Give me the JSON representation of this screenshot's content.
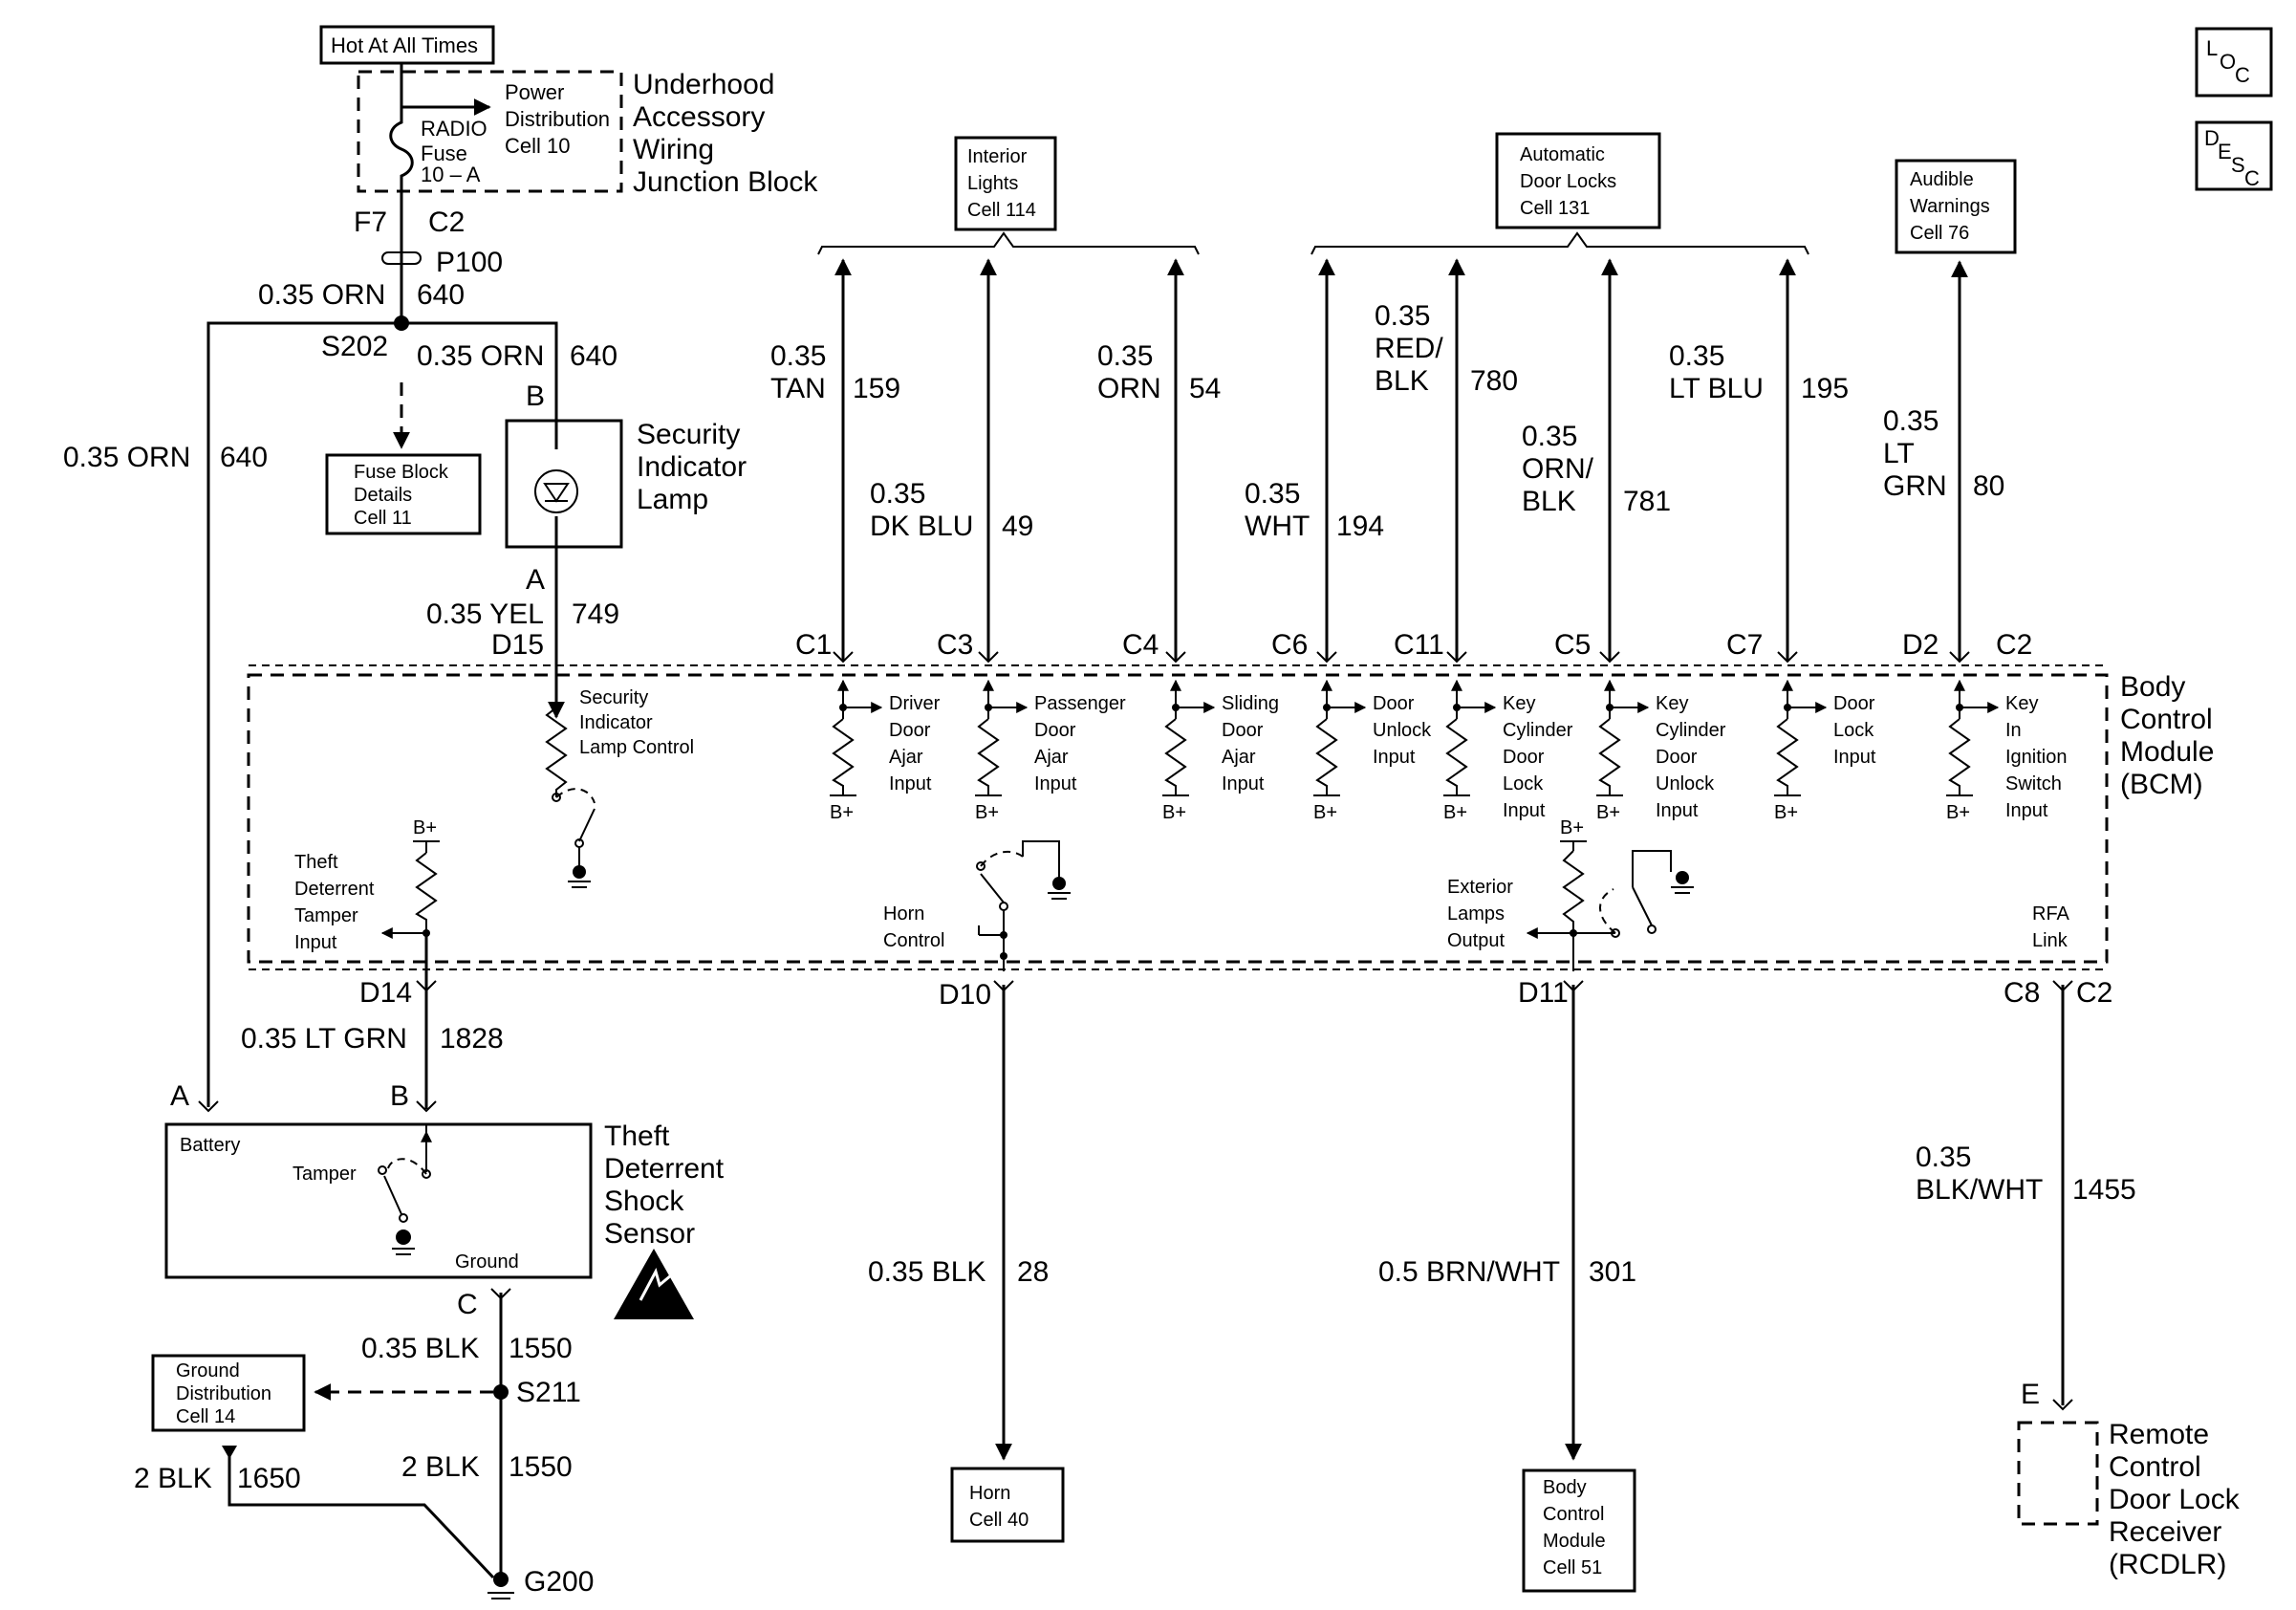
{
  "corner_buttons": {
    "loc": [
      "L",
      "O",
      "C"
    ],
    "desc": [
      "D",
      "E",
      "S",
      "C"
    ]
  },
  "power": {
    "hot_label": "Hot At All Times",
    "power_dist_lines": [
      "Power",
      "Distribution",
      "Cell 10"
    ],
    "fuse_lines": [
      "RADIO",
      "Fuse",
      "10 – A"
    ],
    "junction_block_lines": [
      "Underhood",
      "Accessory",
      "Wiring",
      "Junction Block"
    ],
    "f7": "F7",
    "c2": "C2",
    "p100": "P100",
    "wire_main_gauge": "0.35 ORN",
    "wire_main_circuit": "640",
    "s202": "S202",
    "wire_lamp_gauge": "0.35 ORN",
    "wire_lamp_circuit": "640",
    "wire_left_gauge": "0.35 ORN",
    "wire_left_circuit": "640"
  },
  "fuse_block_box": [
    "Fuse Block",
    "Details",
    "Cell 11"
  ],
  "security_lamp": {
    "pin_b": "B",
    "pin_a": "A",
    "label_lines": [
      "Security",
      "Indicator",
      "Lamp"
    ],
    "wire_gauge": "0.35 YEL",
    "wire_circuit": "749",
    "connector": "D15"
  },
  "top_boxes": {
    "interior_lights": [
      "Interior",
      "Lights",
      "Cell 114"
    ],
    "auto_door_locks": [
      "Automatic",
      "Door Locks",
      "Cell 131"
    ],
    "audible_warnings": [
      "Audible",
      "Warnings",
      "Cell 76"
    ]
  },
  "bcm_inputs": [
    {
      "conn": "C1",
      "gauge_lines": [
        "0.35",
        "TAN"
      ],
      "circuit": "159",
      "label_lines": [
        "Driver",
        "Door",
        "Ajar",
        "Input"
      ],
      "bplus": "B+"
    },
    {
      "conn": "C3",
      "gauge_lines": [
        "0.35",
        "DK BLU"
      ],
      "circuit": "49",
      "label_lines": [
        "Passenger",
        "Door",
        "Ajar",
        "Input"
      ],
      "bplus": "B+"
    },
    {
      "conn": "C4",
      "gauge_lines": [
        "0.35",
        "ORN"
      ],
      "circuit": "54",
      "label_lines": [
        "Sliding",
        "Door",
        "Ajar",
        "Input"
      ],
      "bplus": "B+"
    },
    {
      "conn": "C6",
      "gauge_lines": [
        "0.35",
        "WHT"
      ],
      "circuit": "194",
      "label_lines": [
        "Door",
        "Unlock",
        "Input"
      ],
      "bplus": "B+"
    },
    {
      "conn": "C11",
      "gauge_lines": [
        "0.35",
        "RED/",
        "BLK"
      ],
      "circuit": "780",
      "label_lines": [
        "Key",
        "Cylinder",
        "Door",
        "Lock",
        "Input"
      ],
      "bplus": "B+"
    },
    {
      "conn": "C5",
      "gauge_lines": [
        "0.35",
        "ORN/",
        "BLK"
      ],
      "circuit": "781",
      "label_lines": [
        "Key",
        "Cylinder",
        "Door",
        "Unlock",
        "Input"
      ],
      "bplus": "B+"
    },
    {
      "conn": "C7",
      "gauge_lines": [
        "0.35",
        "LT BLU"
      ],
      "circuit": "195",
      "label_lines": [
        "Door",
        "Lock",
        "Input"
      ],
      "bplus": "B+"
    },
    {
      "conn": "D2",
      "conn2": "C2",
      "gauge_lines": [
        "0.35",
        "LT",
        "GRN"
      ],
      "circuit": "80",
      "label_lines": [
        "Key",
        "In",
        "Ignition",
        "Switch",
        "Input"
      ],
      "bplus": "B+"
    }
  ],
  "bcm": {
    "title_lines": [
      "Body",
      "Control",
      "Module",
      "(BCM)"
    ],
    "security_ctrl_lines": [
      "Security",
      "Indicator",
      "Lamp Control"
    ],
    "theft_tamper_lines": [
      "Theft",
      "Deterrent",
      "Tamper",
      "Input"
    ],
    "theft_bplus": "B+",
    "horn_ctrl_lines": [
      "Horn",
      "Control"
    ],
    "ext_lamps_lines": [
      "Exterior",
      "Lamps",
      "Output"
    ],
    "ext_bplus": "B+",
    "rfa_lines": [
      "RFA",
      "Link"
    ]
  },
  "bottom_connectors": {
    "d14": "D14",
    "d10": "D10",
    "d11": "D11",
    "c8": "C8",
    "c2": "C2"
  },
  "theft_sensor": {
    "wire_gauge": "0.35 LT GRN",
    "wire_circuit": "1828",
    "pin_a": "A",
    "pin_b": "B",
    "pin_c": "C",
    "battery": "Battery",
    "tamper": "Tamper",
    "ground": "Ground",
    "label_lines": [
      "Theft",
      "Deterrent",
      "Shock",
      "Sensor"
    ]
  },
  "ground_circuit": {
    "wire1_gauge": "0.35 BLK",
    "wire1_circuit": "1550",
    "s211": "S211",
    "ground_dist_lines": [
      "Ground",
      "Distribution",
      "Cell 14"
    ],
    "wire2_gauge": "2 BLK",
    "wire2_circuit": "1550",
    "wire3_gauge": "2 BLK",
    "wire3_circuit": "1650",
    "g200": "G200"
  },
  "horn": {
    "wire_gauge": "0.35 BLK",
    "wire_circuit": "28",
    "box_lines": [
      "Horn",
      "Cell 40"
    ]
  },
  "bcm_out": {
    "wire_gauge": "0.5 BRN/WHT",
    "wire_circuit": "301",
    "box_lines": [
      "Body",
      "Control",
      "Module",
      "Cell 51"
    ]
  },
  "rcdlr": {
    "wire_gauge_lines": [
      "0.35",
      "BLK/WHT"
    ],
    "wire_circuit": "1455",
    "pin_e": "E",
    "label_lines": [
      "Remote",
      "Control",
      "Door Lock",
      "Receiver",
      "(RCDLR)"
    ]
  }
}
